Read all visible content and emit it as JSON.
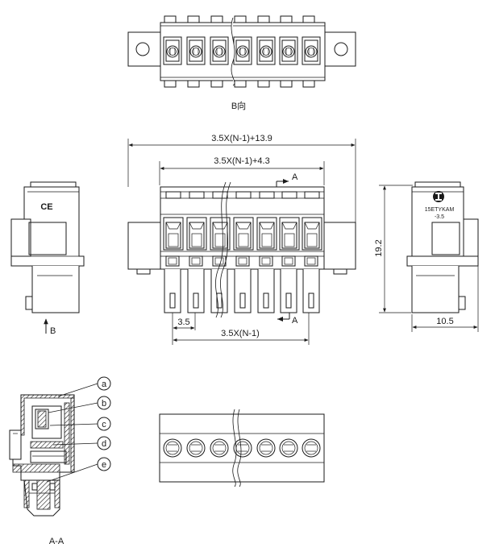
{
  "views": {
    "b_view_label": "B向",
    "section_label": "A-A",
    "arrow_b_label": "B",
    "arrow_a_top_label": "A",
    "arrow_a_bottom_label": "A"
  },
  "dimensions": {
    "overall_width": "3.5X(N-1)+13.9",
    "inner_width": "3.5X(N-1)+4.3",
    "pitch": "3.5",
    "pitch_span": "3.5X(N-1)",
    "height": "19.2",
    "depth": "10.5"
  },
  "marks": {
    "ce": "CE",
    "model_line1": "15ETYKAM",
    "model_line2": "-3.5"
  },
  "callouts": [
    "a",
    "b",
    "c",
    "d",
    "e"
  ],
  "colors": {
    "line": "#1a1a1a",
    "background": "#ffffff"
  }
}
